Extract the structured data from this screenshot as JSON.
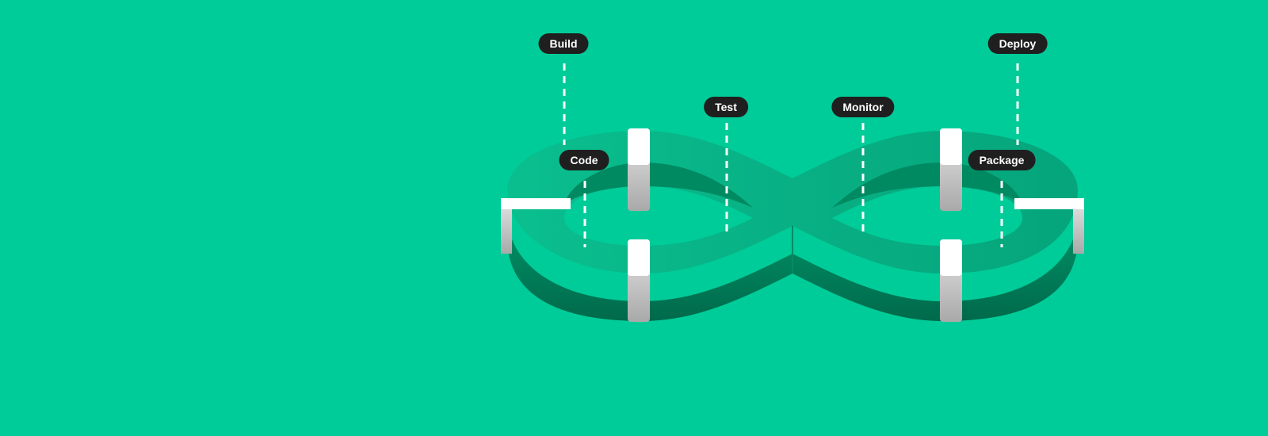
{
  "colors": {
    "background": "#00cc99",
    "loop_top": "#07b186",
    "loop_side": "#008a62",
    "loop_side_dark": "#006a4b",
    "label_bg": "#1f1f1f",
    "label_text": "#ffffff",
    "connector": "#ffffff"
  },
  "stages": [
    {
      "id": "build",
      "label": "Build"
    },
    {
      "id": "code",
      "label": "Code"
    },
    {
      "id": "test",
      "label": "Test"
    },
    {
      "id": "monitor",
      "label": "Monitor"
    },
    {
      "id": "package",
      "label": "Package"
    },
    {
      "id": "deploy",
      "label": "Deploy"
    }
  ]
}
